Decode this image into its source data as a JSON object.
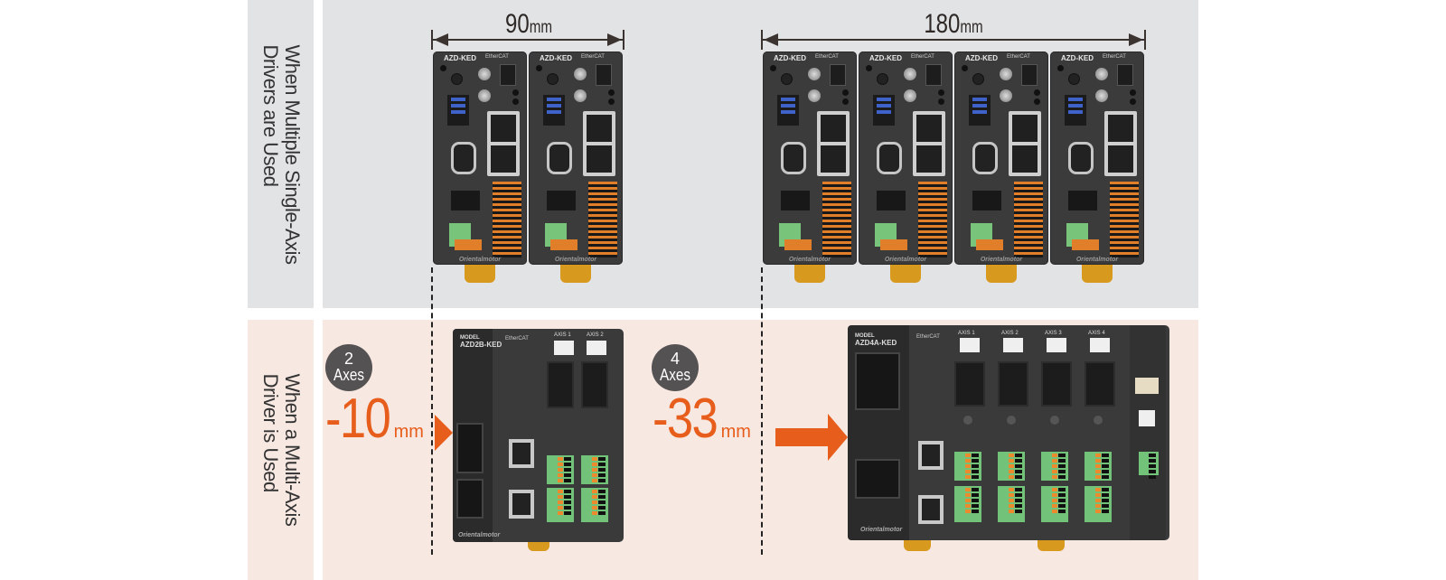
{
  "rows": {
    "single": {
      "label_line1": "When Multiple Single-Axis",
      "label_line2": "Drivers are Used",
      "group_2axis": {
        "width_value": "90",
        "width_unit": "mm",
        "unit_count": 2,
        "unit_model": "AZD-KED"
      },
      "group_4axis": {
        "width_value": "180",
        "width_unit": "mm",
        "unit_count": 4,
        "unit_model": "AZD-KED"
      }
    },
    "multi": {
      "label_line1": "When a Multi-Axis",
      "label_line2": "Driver is Used",
      "case_2axis": {
        "axes_number": "2",
        "axes_label": "Axes",
        "reduction_value": "-10",
        "reduction_unit": "mm",
        "model_label": "MODEL",
        "model": "AZD2B-KED"
      },
      "case_4axis": {
        "axes_number": "4",
        "axes_label": "Axes",
        "reduction_value": "-33",
        "reduction_unit": "mm",
        "model_label": "MODEL",
        "model": "AZD4A-KED"
      }
    }
  },
  "unit_labels": {
    "ethercat": "EtherCAT",
    "brand": "Orientalmotor",
    "axis_prefix": "AXIS",
    "axes": [
      "AXIS 1",
      "AXIS 2",
      "AXIS 3",
      "AXIS 4"
    ]
  },
  "colors": {
    "single_band": "#e2e3e5",
    "multi_band": "#f8e8e2",
    "accent_orange": "#e75e1c",
    "badge_gray": "#555253",
    "driver_body": "#3b3b3c"
  }
}
